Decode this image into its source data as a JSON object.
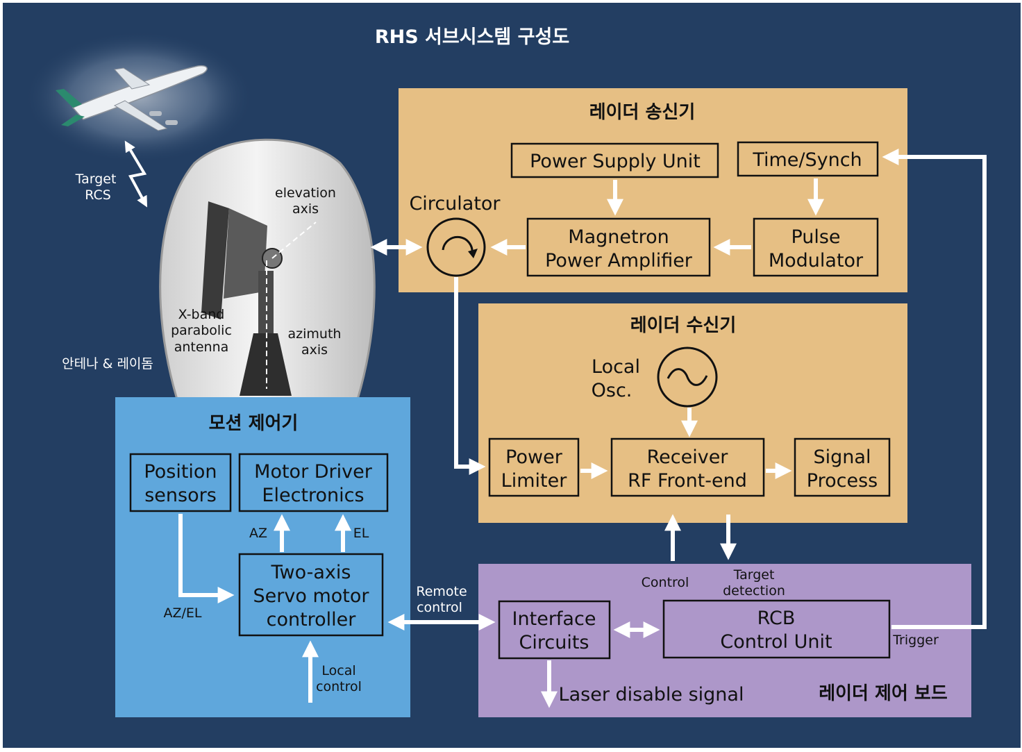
{
  "title": "RHS 서브시스템 구성도",
  "colors": {
    "background": "#233e62",
    "transmitter_panel": "#e6bf84",
    "receiver_panel": "#e6bf84",
    "motion_panel": "#5fa7dc",
    "board_panel": "#ad97c9",
    "arrow": "#ffffff"
  },
  "scene": {
    "target_label_line1": "Target",
    "target_label_line2": "RCS",
    "elevation_line1": "elevation",
    "elevation_line2": "axis",
    "azimuth_line1": "azimuth",
    "azimuth_line2": "axis",
    "antenna_line1": "X-band",
    "antenna_line2": "parabolic",
    "antenna_line3": "antenna",
    "radome_label": "안테나 & 레이돔"
  },
  "transmitter": {
    "title": "레이더 송신기",
    "power_supply": "Power Supply Unit",
    "time_synch": "Time/Synch",
    "magnetron_line1": "Magnetron",
    "magnetron_line2": "Power Amplifier",
    "pulse_line1": "Pulse",
    "pulse_line2": "Modulator",
    "circulator": "Circulator"
  },
  "receiver": {
    "title": "레이더 수신기",
    "local_osc_line1": "Local",
    "local_osc_line2": "Osc.",
    "limiter_line1": "Power",
    "limiter_line2": "Limiter",
    "rf_line1": "Receiver",
    "rf_line2": "RF Front-end",
    "signal_line1": "Signal",
    "signal_line2": "Process"
  },
  "motion": {
    "title": "모션 제어기",
    "position_line1": "Position",
    "position_line2": "sensors",
    "driver_line1": "Motor Driver",
    "driver_line2": "Electronics",
    "servo_line1": "Two-axis",
    "servo_line2": "Servo motor",
    "servo_line3": "controller",
    "az": "AZ",
    "el": "EL",
    "azel": "AZ/EL",
    "local_line1": "Local",
    "local_line2": "control"
  },
  "board": {
    "title": "레이더 제어 보드",
    "interface_line1": "Interface",
    "interface_line2": "Circuits",
    "rcb_line1": "RCB",
    "rcb_line2": "Control Unit",
    "control": "Control",
    "target_line1": "Target",
    "target_line2": "detection",
    "trigger": "Trigger",
    "laser": "Laser disable signal"
  },
  "links": {
    "remote_line1": "Remote",
    "remote_line2": "control"
  }
}
